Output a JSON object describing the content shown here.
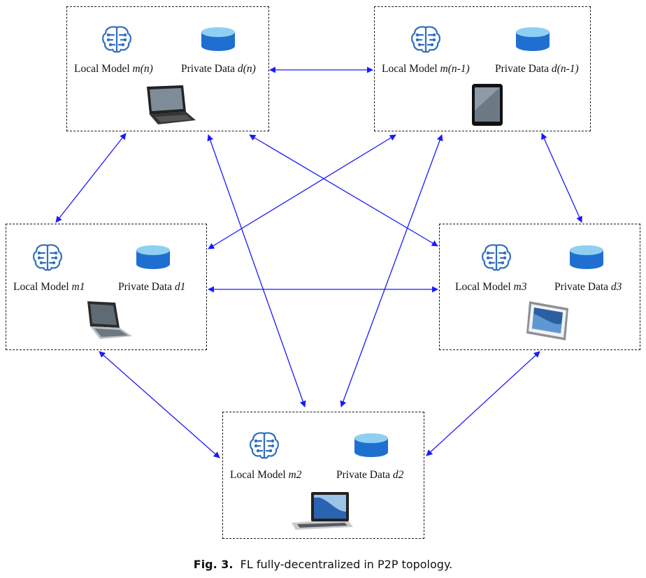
{
  "colors": {
    "arrow": "#1a1aff",
    "icon_blue": "#2f6fc2",
    "cylinder_top": "#7fc9ef",
    "cylinder_body": "#1f6fd1"
  },
  "nodes": [
    {
      "id": "mn",
      "model_prefix": "Local Model ",
      "model_var": "m(n)",
      "data_prefix": "Private Data ",
      "data_var": "d(n)",
      "device": "tablet-pc-icon"
    },
    {
      "id": "mn1",
      "model_prefix": "Local Model ",
      "model_var": "m(n-1)",
      "data_prefix": "Private Data ",
      "data_var": "d(n-1)",
      "device": "tablet-icon"
    },
    {
      "id": "m1",
      "model_prefix": "Local Model ",
      "model_var": "m1",
      "data_prefix": "Private Data ",
      "data_var": "d1",
      "device": "laptop-icon"
    },
    {
      "id": "m3",
      "model_prefix": "Local Model ",
      "model_var": "m3",
      "data_prefix": "Private Data ",
      "data_var": "d3",
      "device": "tablet-landscape-icon"
    },
    {
      "id": "m2",
      "model_prefix": "Local Model ",
      "model_var": "m2",
      "data_prefix": "Private Data ",
      "data_var": "d2",
      "device": "macbook-icon"
    }
  ],
  "caption": {
    "label": "Fig. 3.",
    "text": "FL fully-decentralized in P2P topology."
  }
}
